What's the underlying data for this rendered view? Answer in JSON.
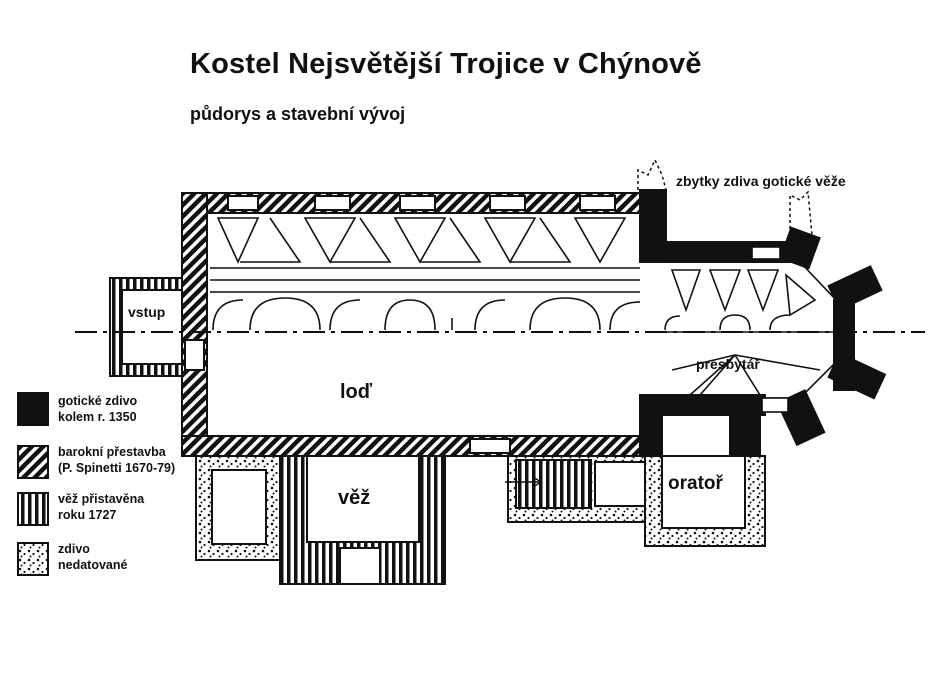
{
  "title": "Kostel Nejsvětější Trojice v Chýnově",
  "subtitle": "půdorys a stavební vývoj",
  "labels": {
    "tower_remains": "zbytky zdiva gotické věže",
    "entrance": "vstup",
    "nave": "loď",
    "presbytery": "presbytář",
    "tower": "věž",
    "oratory": "oratoř"
  },
  "legend": [
    {
      "line1": "gotické zdivo",
      "line2": "kolem r. 1350",
      "pattern": "solid"
    },
    {
      "line1": "barokní přestavba",
      "line2": "(P. Spinetti 1670-79)",
      "pattern": "diagonal"
    },
    {
      "line1": "věž přistavěna",
      "line2": "roku 1727",
      "pattern": "vertical"
    },
    {
      "line1": "zdivo",
      "line2": "nedatované",
      "pattern": "dots"
    }
  ]
}
